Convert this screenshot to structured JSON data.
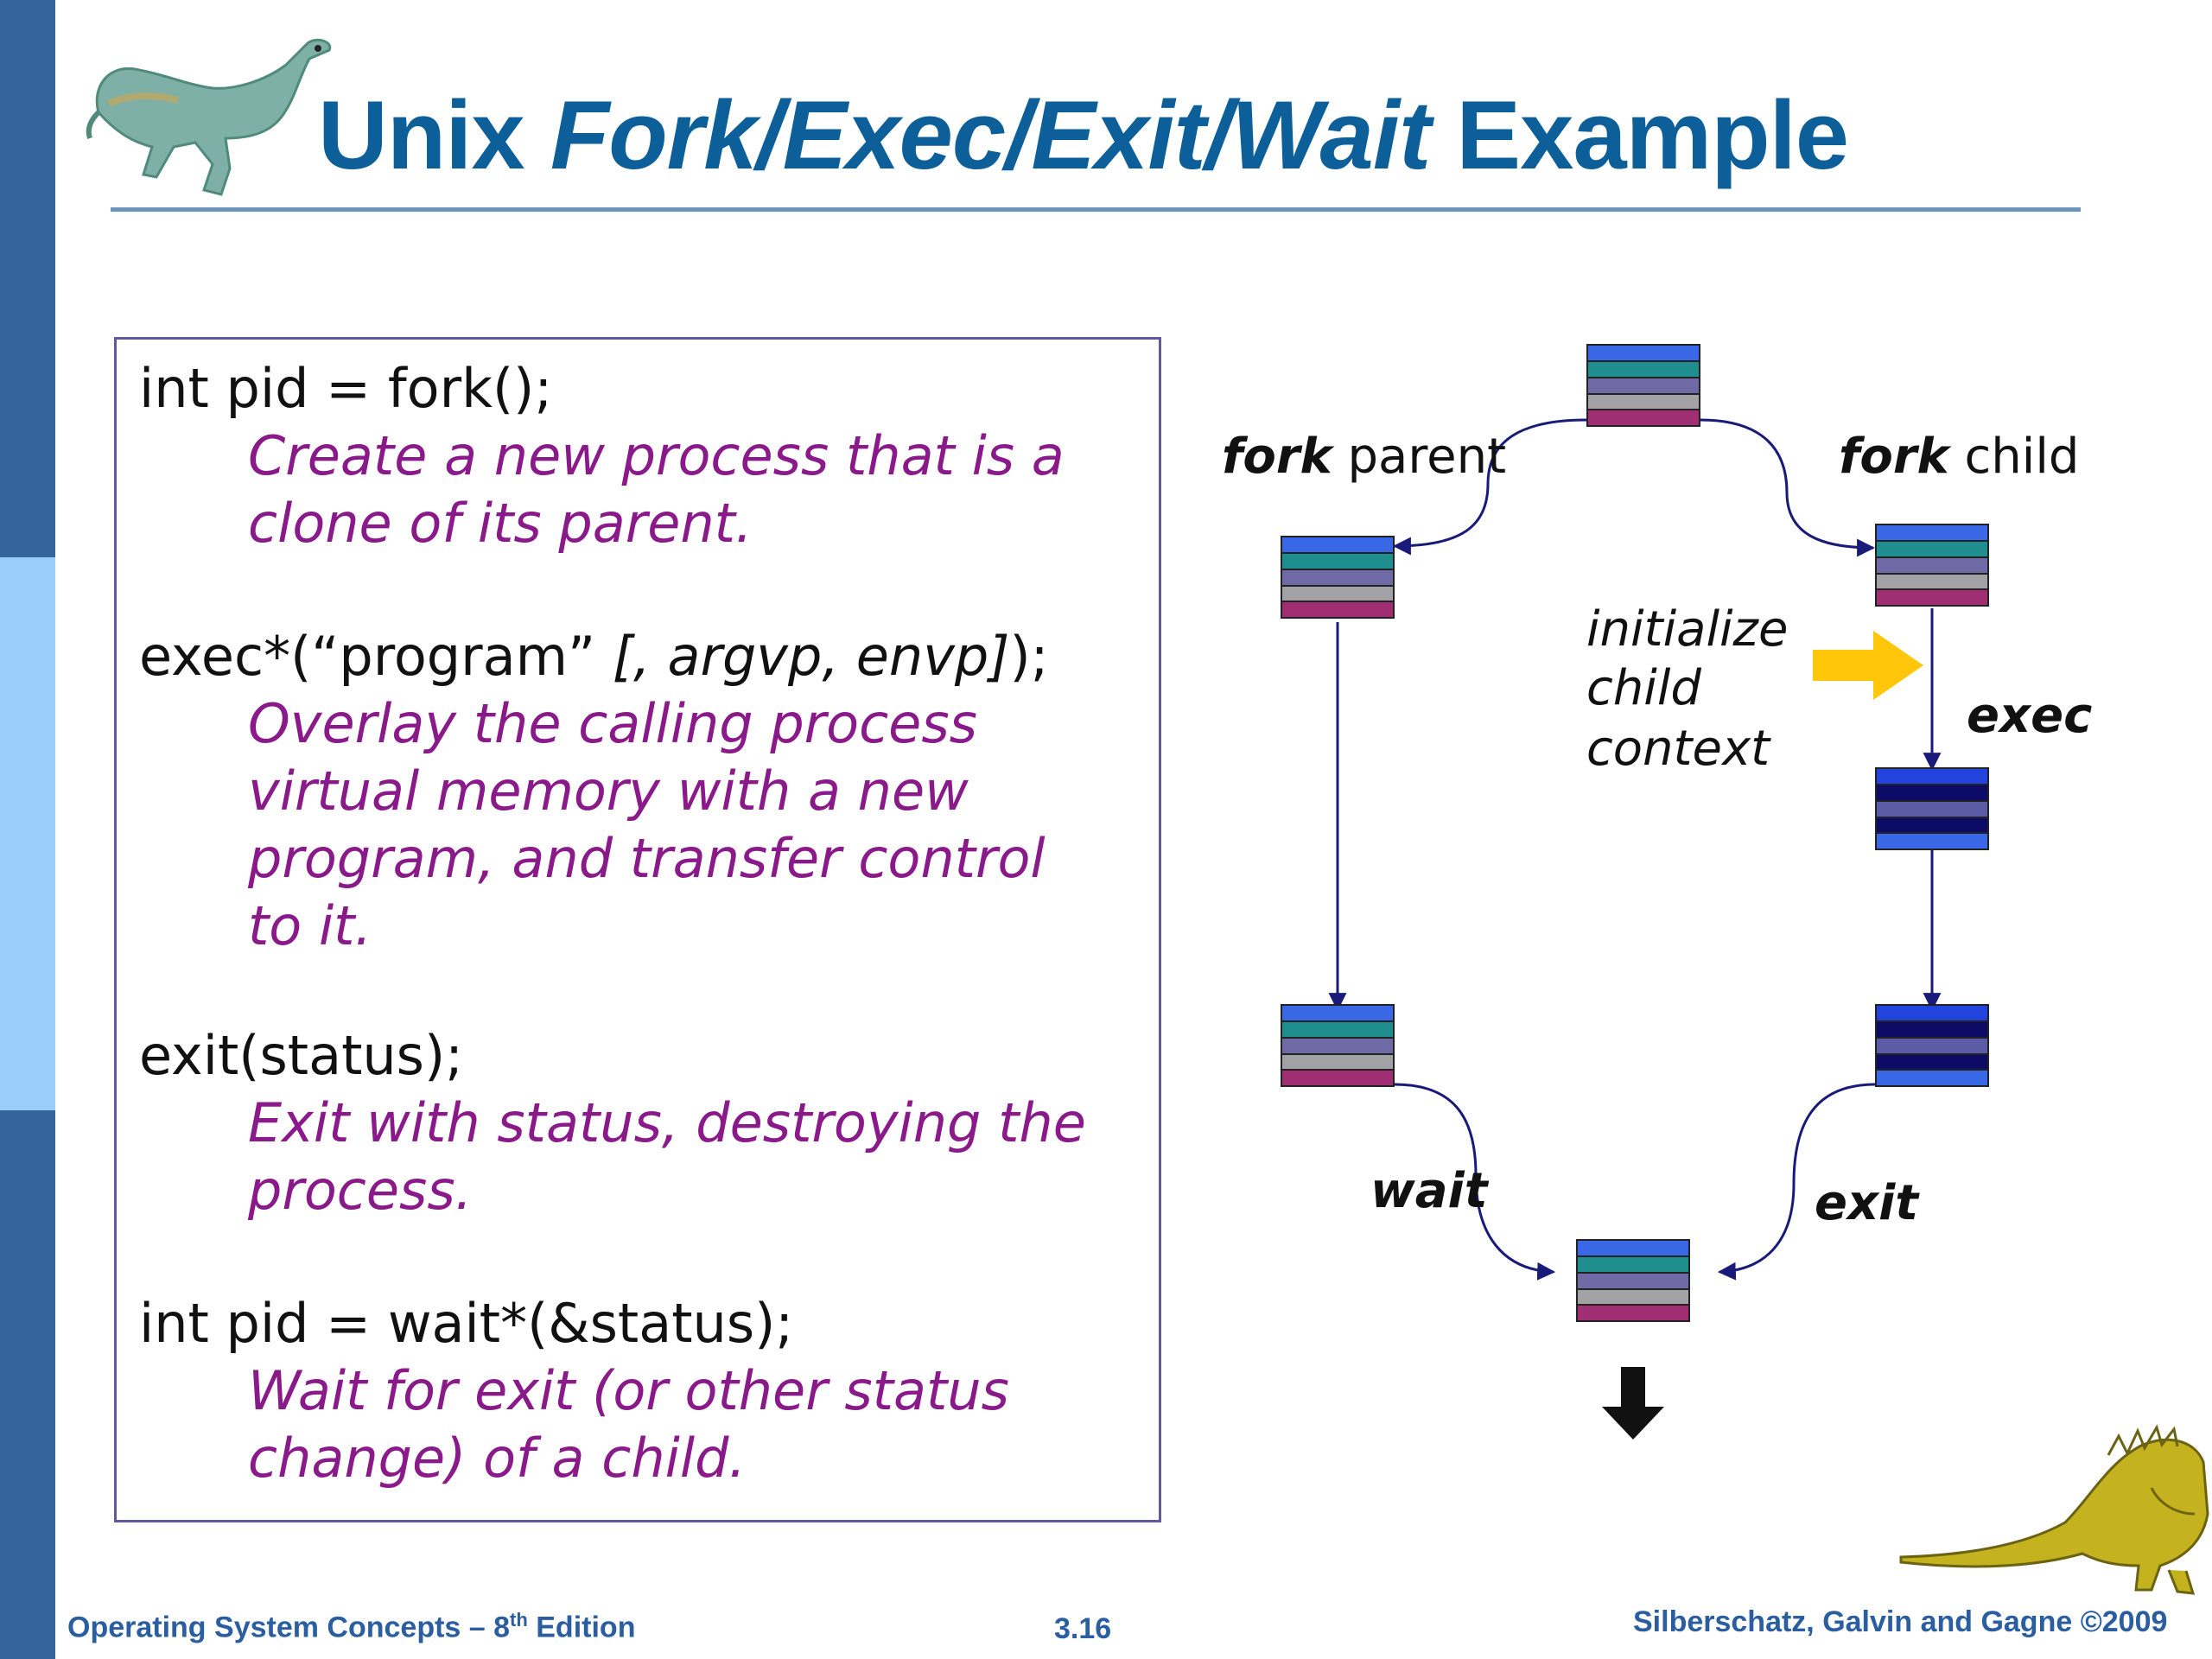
{
  "slide": {
    "title_part1": "Unix ",
    "title_italic": "Fork/Exec/Exit/Wait",
    "title_part2": " Example"
  },
  "code_box": {
    "fork_code": "int pid = fork();",
    "fork_desc_1": "Create a new process that is a",
    "fork_desc_2": "clone of its parent.",
    "exec_code_a": "exec*(“program” ",
    "exec_code_b": "[, argvp, envp]",
    "exec_code_c": ");",
    "exec_desc_1": "Overlay the calling process",
    "exec_desc_2": "virtual memory with a new",
    "exec_desc_3": "program, and transfer control",
    "exec_desc_4": "to it.",
    "exit_code": "exit(status);",
    "exit_desc_1": "Exit with status, destroying the",
    "exit_desc_2": "process.",
    "wait_code": "int pid = wait*(&status);",
    "wait_desc_1": "Wait for exit (or other status",
    "wait_desc_2": "change) of a child."
  },
  "diagram": {
    "fork_parent_bold": "fork",
    "fork_parent_rest": " parent",
    "fork_child_bold": "fork",
    "fork_child_rest": " child",
    "init_1": "initialize",
    "init_2": "child",
    "init_3": "context",
    "exec_label": "exec",
    "wait_label": "wait",
    "exit_label": "exit"
  },
  "footer": {
    "book_a": "Operating System Concepts – 8",
    "book_sup": "th",
    "book_b": " Edition",
    "page": "3.16",
    "copyright": "Silberschatz, Galvin and Gagne ©2009"
  },
  "colors": {
    "title": "#0d5f99",
    "code_text": "#111111",
    "description": "#8a1a8a",
    "box_border": "#5f5a9c",
    "arrow": "#1a1a7a",
    "yellow_arrow": "#ffc60a",
    "sidebar_dark": "#35649a",
    "sidebar_light": "#99cdfa"
  }
}
